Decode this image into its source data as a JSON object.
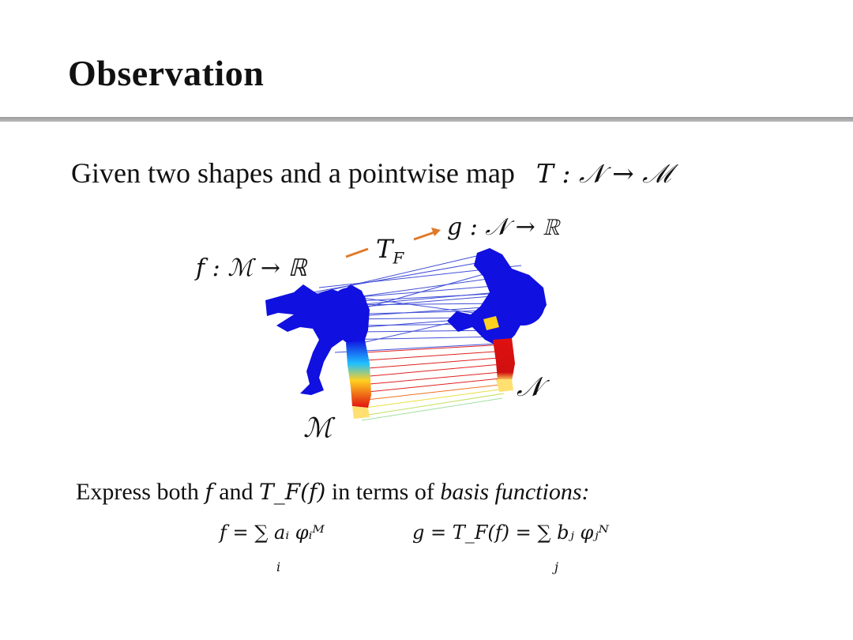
{
  "title": "Observation",
  "intro": {
    "text": "Given two shapes and a pointwise map",
    "map": "T : 𝒩 → ℳ"
  },
  "figure": {
    "f_label": "f : ℳ → ℝ",
    "g_label": "g : 𝒩 → ℝ",
    "t_label": "T",
    "t_sub": "F",
    "m_label": "ℳ",
    "n_label": "𝒩",
    "arrow_color": "#e07a2a",
    "shape_color": "#1010e0",
    "hot_color": "#e01010"
  },
  "express": {
    "prefix": "Express both",
    "f": "f",
    "and": "and",
    "tf": "T_F(f)",
    "middle": "in terms of",
    "basis": "basis functions:"
  },
  "equations": {
    "left": "f = ∑ aᵢ φᵢᴹ",
    "left_index": "i",
    "right": "g = T_F(f) = ∑ bⱼ φⱼᴺ",
    "right_index": "j"
  }
}
